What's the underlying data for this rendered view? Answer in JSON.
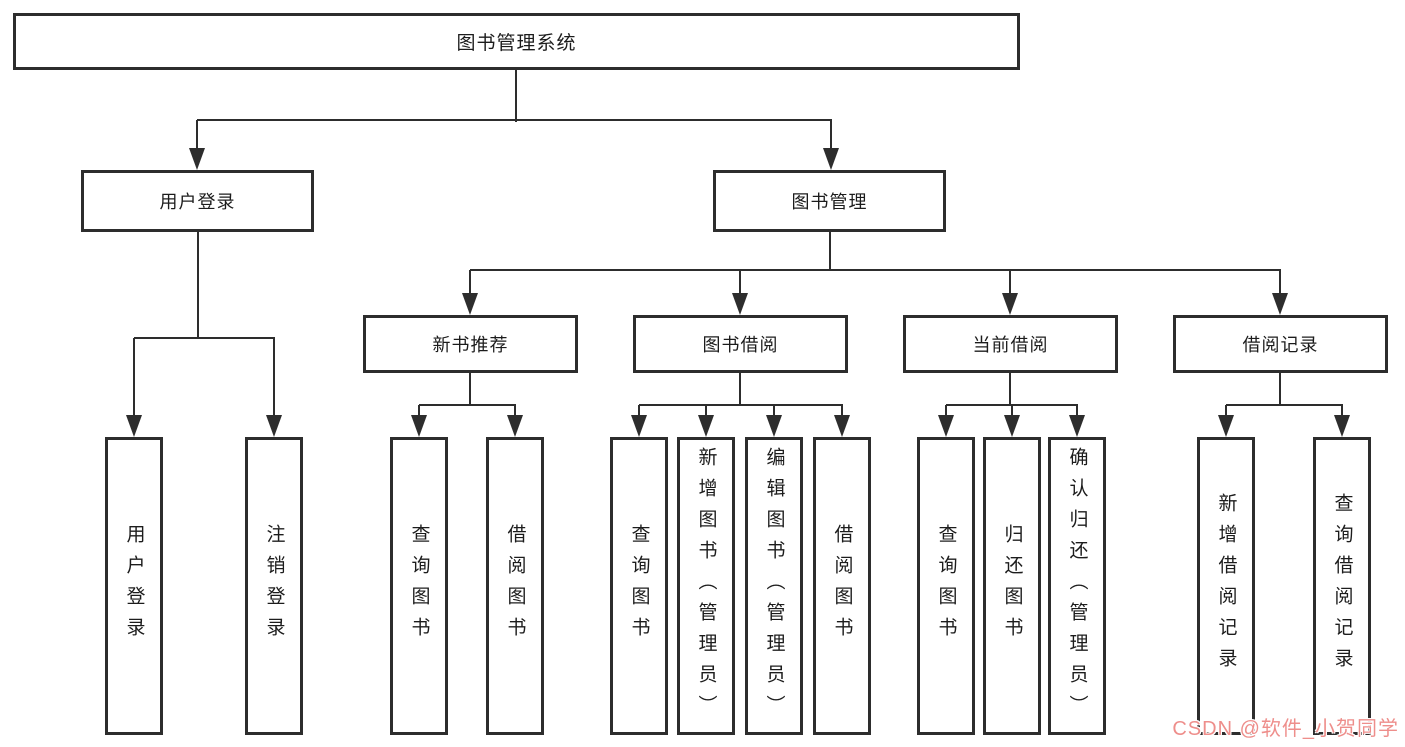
{
  "page": {
    "background_color": "#ffffff",
    "line_color": "#2d2d2d",
    "text_color": "#1c1c1c"
  },
  "tree": {
    "root": {
      "label": "图书管理系统"
    },
    "branches": [
      {
        "label": "用户登录",
        "children": [
          {
            "label": "用户登录"
          },
          {
            "label": "注销登录"
          }
        ]
      },
      {
        "label": "图书管理",
        "sections": [
          {
            "label": "新书推荐",
            "children": [
              {
                "label": "查询图书"
              },
              {
                "label": "借阅图书"
              }
            ]
          },
          {
            "label": "图书借阅",
            "children": [
              {
                "label": "查询图书"
              },
              {
                "label": "新增图书（管理员）"
              },
              {
                "label": "编辑图书（管理员）"
              },
              {
                "label": "借阅图书"
              }
            ]
          },
          {
            "label": "当前借阅",
            "children": [
              {
                "label": "查询图书"
              },
              {
                "label": "归还图书"
              },
              {
                "label": "确认归还（管理员）"
              }
            ]
          },
          {
            "label": "借阅记录",
            "children": [
              {
                "label": "新增借阅记录"
              },
              {
                "label": "查询借阅记录"
              }
            ]
          }
        ]
      }
    ]
  },
  "watermark": {
    "text": "CSDN @软件_小贺同学",
    "color": "#ee8e8b"
  }
}
